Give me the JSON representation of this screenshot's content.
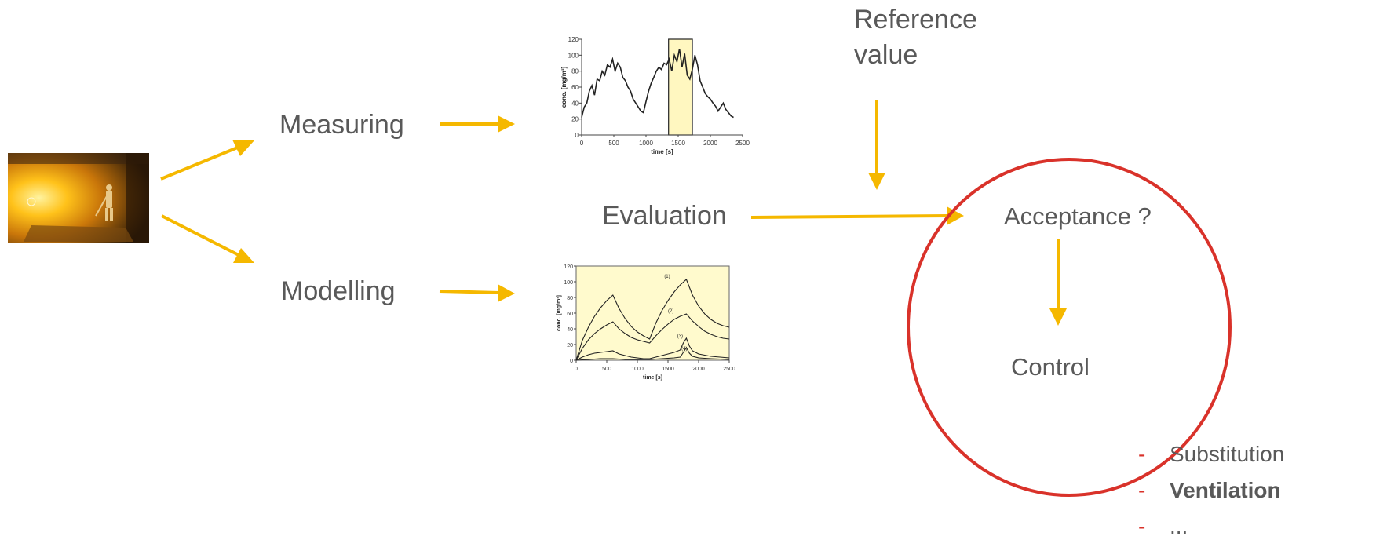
{
  "labels": {
    "measuring": "Measuring",
    "modelling": "Modelling",
    "evaluation": "Evaluation",
    "reference_line1": "Reference",
    "reference_line2": "value",
    "acceptance": "Acceptance ?",
    "control": "Control"
  },
  "control_items": [
    "Substitution",
    "Ventilation",
    "..."
  ],
  "colors": {
    "arrow": "#f5b800",
    "circle": "#d9322a",
    "text": "#595959",
    "highlight": "#fff7c0"
  },
  "chart_data": [
    {
      "type": "line",
      "ylabel": "conc. [mg/m³]",
      "xlabel": "time [s]",
      "xlim": [
        0,
        2500
      ],
      "ylim": [
        0,
        120
      ],
      "xticks": [
        "0",
        "500",
        "1000",
        "1500",
        "2000",
        "2500"
      ],
      "yticks": [
        "0",
        "20",
        "40",
        "60",
        "80",
        "100",
        "120"
      ],
      "highlight_range": [
        1350,
        1720
      ],
      "series": [
        {
          "x": [
            0,
            40,
            80,
            120,
            160,
            200,
            240,
            280,
            320,
            360,
            400,
            440,
            480,
            520,
            560,
            600,
            640,
            680,
            720,
            760,
            800,
            840,
            880,
            920,
            960,
            1000,
            1040,
            1080,
            1120,
            1160,
            1200,
            1240,
            1280,
            1320,
            1360,
            1400,
            1440,
            1480,
            1520,
            1560,
            1600,
            1640,
            1680,
            1720,
            1760,
            1800,
            1840,
            1880,
            1920,
            1960,
            2000,
            2040,
            2080,
            2120,
            2160,
            2200,
            2240,
            2280,
            2320,
            2360
          ],
          "y": [
            22,
            35,
            40,
            55,
            62,
            50,
            70,
            68,
            80,
            75,
            88,
            85,
            95,
            80,
            90,
            85,
            72,
            68,
            60,
            55,
            45,
            40,
            35,
            30,
            28,
            42,
            55,
            65,
            72,
            80,
            85,
            82,
            90,
            88,
            95,
            80,
            100,
            92,
            108,
            85,
            102,
            75,
            70,
            82,
            100,
            88,
            68,
            60,
            52,
            48,
            45,
            40,
            36,
            30,
            35,
            40,
            32,
            28,
            24,
            22
          ]
        }
      ]
    },
    {
      "type": "line",
      "ylabel": "conc. [mg/m³]",
      "xlabel": "time [s]",
      "xlim": [
        0,
        2500
      ],
      "ylim": [
        0,
        120
      ],
      "xticks": [
        "0",
        "500",
        "1000",
        "1500",
        "2000",
        "2500"
      ],
      "yticks": [
        "0",
        "20",
        "40",
        "60",
        "80",
        "100",
        "120"
      ],
      "series": [
        {
          "name": "(1)",
          "x": [
            0,
            100,
            200,
            300,
            400,
            500,
            600,
            700,
            800,
            900,
            1000,
            1100,
            1200,
            1300,
            1400,
            1500,
            1600,
            1700,
            1800,
            1900,
            2000,
            2100,
            2200,
            2300,
            2400,
            2500
          ],
          "y": [
            0,
            25,
            42,
            56,
            67,
            76,
            83,
            66,
            53,
            43,
            36,
            31,
            27,
            47,
            63,
            76,
            87,
            96,
            103,
            83,
            69,
            59,
            52,
            47,
            44,
            42
          ]
        },
        {
          "name": "(2)",
          "x": [
            0,
            100,
            200,
            300,
            400,
            500,
            600,
            700,
            800,
            900,
            1000,
            1100,
            1200,
            1300,
            1400,
            1500,
            1600,
            1700,
            1800,
            1900,
            2000,
            2100,
            2200,
            2300,
            2400,
            2500
          ],
          "y": [
            0,
            15,
            26,
            34,
            40,
            45,
            49,
            40,
            34,
            29,
            26,
            24,
            22,
            31,
            39,
            46,
            52,
            56,
            59,
            50,
            43,
            37,
            33,
            30,
            28,
            27
          ]
        },
        {
          "name": "(3)",
          "x": [
            0,
            100,
            200,
            300,
            400,
            500,
            600,
            700,
            800,
            900,
            1000,
            1100,
            1200,
            1300,
            1400,
            1500,
            1600,
            1700,
            1750,
            1800,
            1850,
            1900,
            2000,
            2200,
            2500
          ],
          "y": [
            0,
            4,
            7,
            9,
            10,
            11,
            12,
            8,
            6,
            4,
            3,
            2,
            2,
            4,
            6,
            8,
            10,
            13,
            22,
            28,
            18,
            12,
            8,
            5,
            3
          ]
        },
        {
          "name": "(4)",
          "x": [
            0,
            200,
            400,
            600,
            800,
            1000,
            1200,
            1400,
            1600,
            1700,
            1750,
            1800,
            1850,
            1900,
            2000,
            2200,
            2500
          ],
          "y": [
            0,
            1,
            2,
            2,
            1,
            1,
            1,
            2,
            3,
            4,
            10,
            16,
            9,
            5,
            3,
            2,
            1
          ]
        }
      ]
    }
  ]
}
